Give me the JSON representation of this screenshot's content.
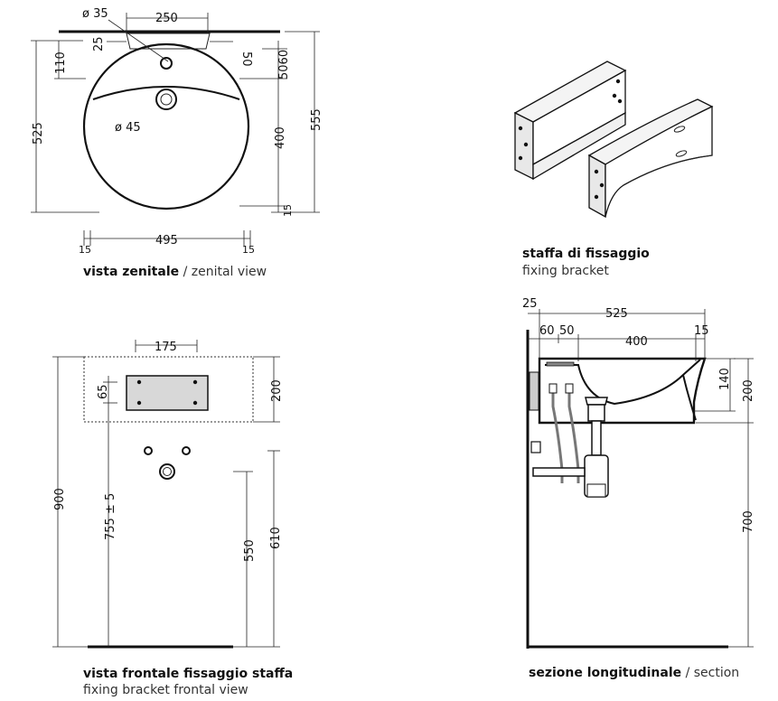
{
  "views": {
    "zenital": {
      "caption_bold": "vista zenitale",
      "caption_sep": " / ",
      "caption_light": "zenital view",
      "dims": {
        "d_tap": "ø 35",
        "w_top": "250",
        "d25": "25",
        "d50": "50",
        "d110": "110",
        "d5060": "5060",
        "h525": "525",
        "h555": "555",
        "d_drain": "ø 45",
        "h400": "400",
        "d15_right": "15",
        "w495": "495",
        "d15_left": "15",
        "d15_bottom": "15"
      }
    },
    "bracket": {
      "caption_bold": "staffa di fissaggio",
      "caption_light": "fixing bracket"
    },
    "frontal": {
      "caption_bold": "vista frontale fissaggio staffa",
      "caption_light": "fixing bracket frontal view",
      "dims": {
        "w175": "175",
        "h200": "200",
        "d65": "65",
        "h900": "900",
        "h755": "755 ± 5",
        "h550": "550",
        "h610": "610"
      }
    },
    "section": {
      "caption_bold": "sezione longitudinale",
      "caption_sep": " / ",
      "caption_light": "section",
      "dims": {
        "d25": "25",
        "w525": "525",
        "d60": "60",
        "d50": "50",
        "w400": "400",
        "d15": "15",
        "h140": "140",
        "h200": "200",
        "h700": "700"
      }
    }
  }
}
